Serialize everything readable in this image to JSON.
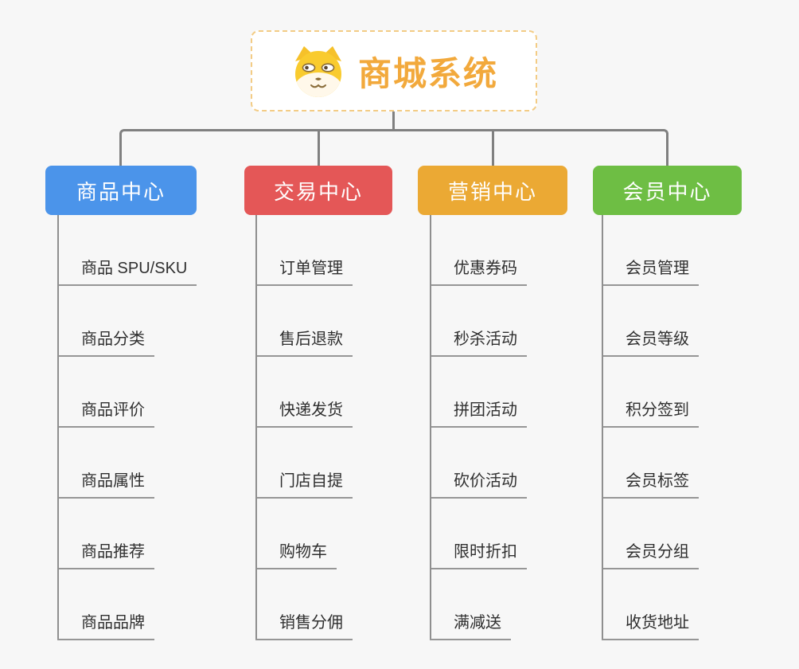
{
  "page": {
    "background_color": "#F7F7F7",
    "connector_color": "#808080",
    "leaf_line_color": "#969696"
  },
  "root": {
    "title": "商城系统",
    "icon": "dog-face-icon",
    "title_color": "#F2A93C",
    "border_color": "#F3CC85"
  },
  "branches": [
    {
      "label": "商品中心",
      "color": "#4B94EA",
      "children": [
        "商品 SPU/SKU",
        "商品分类",
        "商品评价",
        "商品属性",
        "商品推荐",
        "商品品牌"
      ]
    },
    {
      "label": "交易中心",
      "color": "#E45757",
      "children": [
        "订单管理",
        "售后退款",
        "快递发货",
        "门店自提",
        "购物车",
        "销售分佣"
      ]
    },
    {
      "label": "营销中心",
      "color": "#EBA934",
      "children": [
        "优惠券码",
        "秒杀活动",
        "拼团活动",
        "砍价活动",
        "限时折扣",
        "满减送"
      ]
    },
    {
      "label": "会员中心",
      "color": "#6EBE44",
      "children": [
        "会员管理",
        "会员等级",
        "积分签到",
        "会员标签",
        "会员分组",
        "收货地址"
      ]
    }
  ]
}
